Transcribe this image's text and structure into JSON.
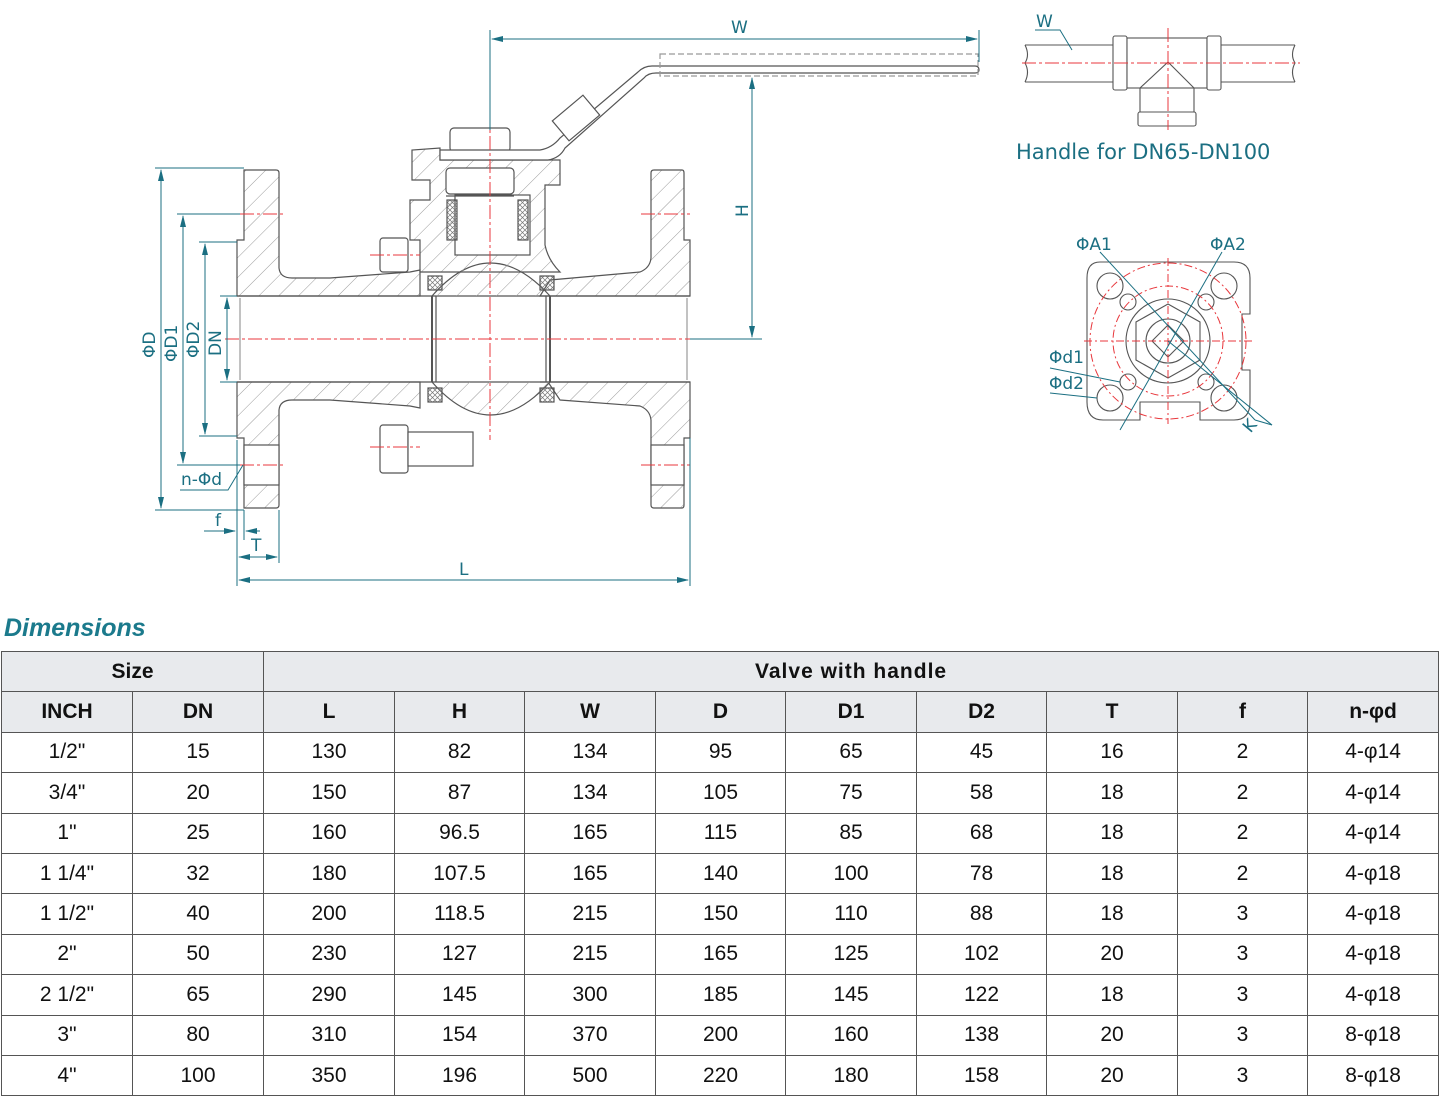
{
  "drawing": {
    "labels": {
      "W": "W",
      "H": "H",
      "L": "L",
      "T": "T",
      "f": "f",
      "phiD": "ΦD",
      "phiD1": "ΦD1",
      "phiD2": "ΦD2",
      "DN": "DN",
      "n_phid": "n-Φd",
      "handle_W": "W",
      "phiA1": "ΦA1",
      "phiA2": "ΦA2",
      "phid1": "Φd1",
      "phid2": "Φd2",
      "K": "K"
    },
    "handle_caption": "Handle for DN65-DN100",
    "colors": {
      "dimension": "#1b6f82",
      "centerline": "#e8373c",
      "outline": "#555555",
      "hatch": "#8a8a8a"
    }
  },
  "section_title": "Dimensions",
  "table": {
    "group_headers": {
      "size": "Size",
      "valve": "Valve with handle"
    },
    "columns": [
      "INCH",
      "DN",
      "L",
      "H",
      "W",
      "D",
      "D1",
      "D2",
      "T",
      "f",
      "n-φd"
    ],
    "rows": [
      [
        "1/2\"",
        "15",
        "130",
        "82",
        "134",
        "95",
        "65",
        "45",
        "16",
        "2",
        "4-φ14"
      ],
      [
        "3/4\"",
        "20",
        "150",
        "87",
        "134",
        "105",
        "75",
        "58",
        "18",
        "2",
        "4-φ14"
      ],
      [
        "1\"",
        "25",
        "160",
        "96.5",
        "165",
        "115",
        "85",
        "68",
        "18",
        "2",
        "4-φ14"
      ],
      [
        "1 1/4\"",
        "32",
        "180",
        "107.5",
        "165",
        "140",
        "100",
        "78",
        "18",
        "2",
        "4-φ18"
      ],
      [
        "1 1/2\"",
        "40",
        "200",
        "118.5",
        "215",
        "150",
        "110",
        "88",
        "18",
        "3",
        "4-φ18"
      ],
      [
        "2\"",
        "50",
        "230",
        "127",
        "215",
        "165",
        "125",
        "102",
        "20",
        "3",
        "4-φ18"
      ],
      [
        "2 1/2\"",
        "65",
        "290",
        "145",
        "300",
        "185",
        "145",
        "122",
        "18",
        "3",
        "4-φ18"
      ],
      [
        "3\"",
        "80",
        "310",
        "154",
        "370",
        "200",
        "160",
        "138",
        "20",
        "3",
        "8-φ18"
      ],
      [
        "4\"",
        "100",
        "350",
        "196",
        "500",
        "220",
        "180",
        "158",
        "20",
        "3",
        "8-φ18"
      ]
    ]
  }
}
